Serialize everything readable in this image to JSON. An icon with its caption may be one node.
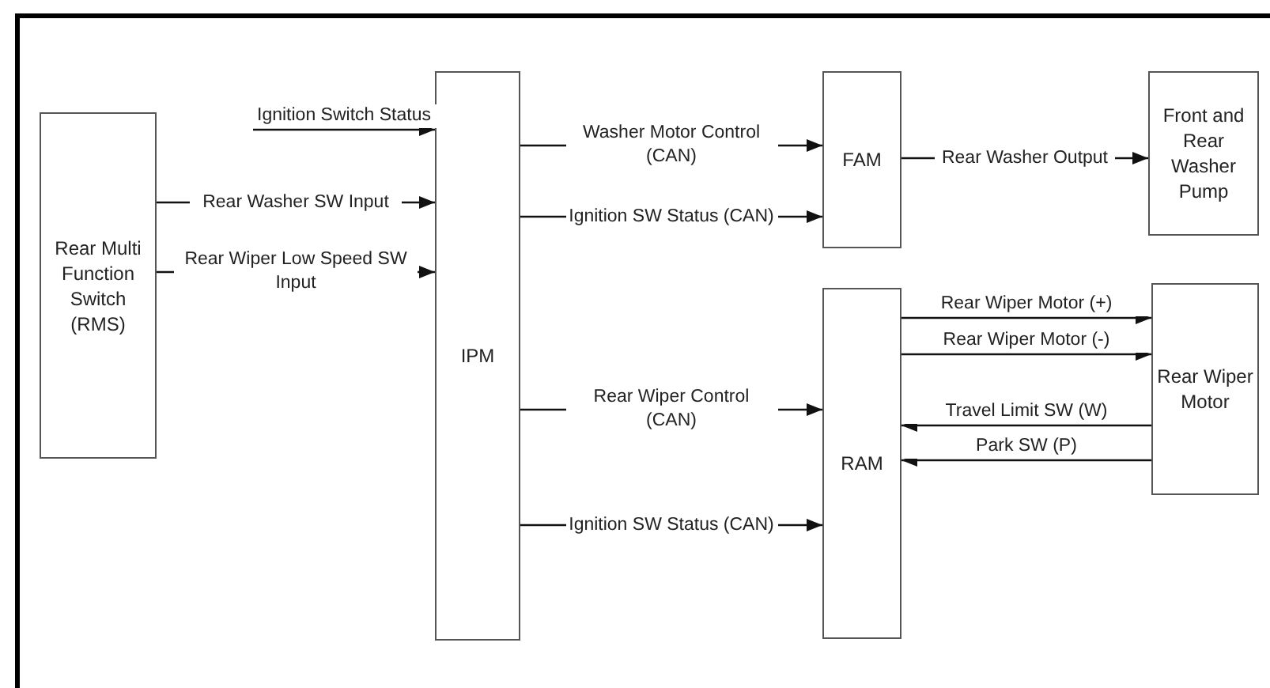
{
  "diagram": {
    "nodes": [
      {
        "text": [
          "Rear Multi Function Switch (RMS)"
        ]
      },
      {
        "text": [
          "IPM"
        ]
      },
      {
        "text": [
          "FAM"
        ]
      },
      {
        "text": [
          "Front and Rear Washer Pump"
        ]
      },
      {
        "text": [
          "RAM"
        ]
      },
      {
        "text": [
          "Rear Wiper Motor"
        ]
      }
    ],
    "edges": [
      {
        "from": null,
        "to": 1,
        "arrow": "to",
        "label": "Ignition Switch Status"
      },
      {
        "from": 0,
        "to": 1,
        "arrow": "to",
        "label": "Rear Washer SW Input"
      },
      {
        "from": 0,
        "to": 1,
        "arrow": "to",
        "label": "Rear Wiper Low Speed SW Input"
      },
      {
        "from": 1,
        "to": 2,
        "arrow": "to",
        "label": "Washer Motor Control (CAN)"
      },
      {
        "from": 1,
        "to": 2,
        "arrow": "to",
        "label": "Ignition SW Status (CAN)"
      },
      {
        "from": 1,
        "to": 4,
        "arrow": "to",
        "label": "Rear Wiper Control (CAN)"
      },
      {
        "from": 1,
        "to": 4,
        "arrow": "to",
        "label": "Ignition SW Status (CAN)"
      },
      {
        "from": 2,
        "to": 3,
        "arrow": "to",
        "label": "Rear Washer Output"
      },
      {
        "from": 4,
        "to": 5,
        "arrow": "to",
        "label": "Rear Wiper Motor (+)"
      },
      {
        "from": 4,
        "to": 5,
        "arrow": "to",
        "label": "Rear Wiper Motor (-)"
      },
      {
        "from": 5,
        "to": 4,
        "arrow": "to",
        "label": "Travel Limit SW (W)"
      },
      {
        "from": 5,
        "to": 4,
        "arrow": "to",
        "label": "Park SW (P)"
      }
    ]
  }
}
